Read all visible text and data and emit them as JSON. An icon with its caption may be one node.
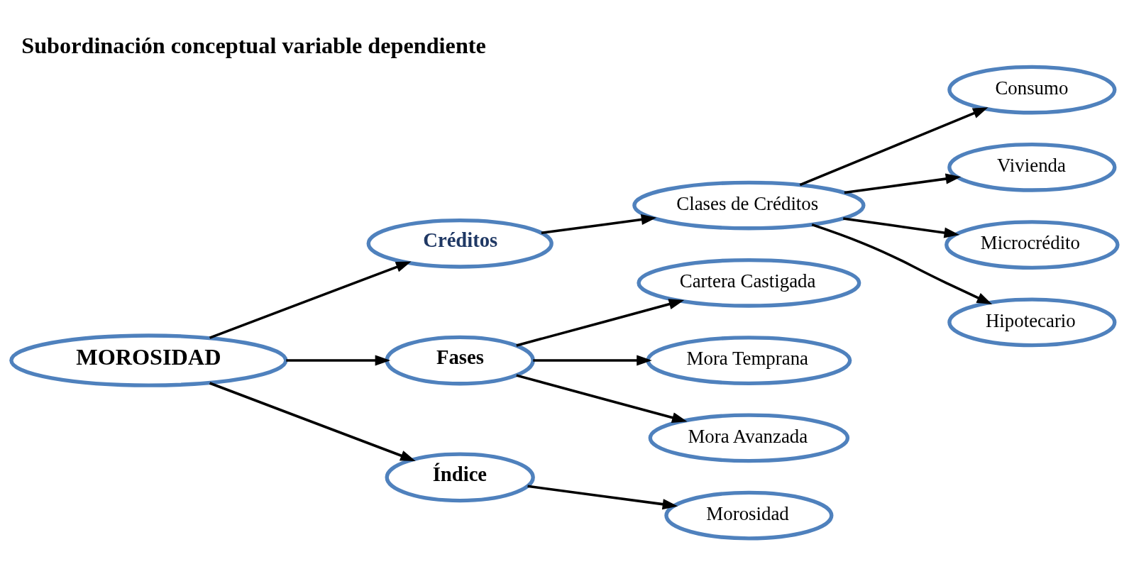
{
  "diagram": {
    "title": "Subordinación conceptual variable dependiente",
    "nodes": [
      {
        "text": [
          "MOROSIDAD"
        ]
      },
      {
        "text": [
          "Créditos"
        ]
      },
      {
        "text": [
          "Clases de Créditos"
        ]
      },
      {
        "text": [
          "Consumo"
        ]
      },
      {
        "text": [
          "Vivienda"
        ]
      },
      {
        "text": [
          "Microcrédito"
        ]
      },
      {
        "text": [
          "Hipotecario"
        ]
      },
      {
        "text": [
          "Fases"
        ]
      },
      {
        "text": [
          "Cartera Castigada"
        ]
      },
      {
        "text": [
          "Mora Temprana"
        ]
      },
      {
        "text": [
          "Mora Avanzada"
        ]
      },
      {
        "text": [
          "Índice"
        ]
      },
      {
        "text": [
          "Morosidad"
        ]
      }
    ],
    "edges": [
      {
        "from": 0,
        "to": 1,
        "arrow": "to"
      },
      {
        "from": 1,
        "to": 2,
        "arrow": "to"
      },
      {
        "from": 2,
        "to": 3,
        "arrow": "to"
      },
      {
        "from": 2,
        "to": 4,
        "arrow": "to"
      },
      {
        "from": 2,
        "to": 5,
        "arrow": "to"
      },
      {
        "from": 2,
        "to": 6,
        "arrow": "to"
      },
      {
        "from": 0,
        "to": 7,
        "arrow": "to"
      },
      {
        "from": 7,
        "to": 8,
        "arrow": "to"
      },
      {
        "from": 7,
        "to": 9,
        "arrow": "to"
      },
      {
        "from": 7,
        "to": 10,
        "arrow": "to"
      },
      {
        "from": 0,
        "to": 11,
        "arrow": "to"
      },
      {
        "from": 11,
        "to": 12,
        "arrow": "to"
      }
    ]
  }
}
